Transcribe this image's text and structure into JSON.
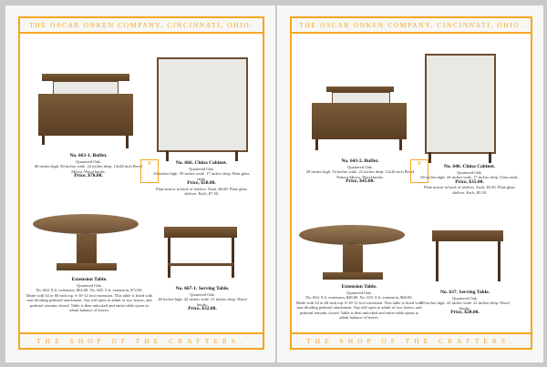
{
  "header": "THE OSCAR ONKEN COMPANY, CINCINNATI, OHIO.",
  "footer": "THE SHOP OF THE CRAFTERS.",
  "left": {
    "items": [
      {
        "title": "No. 663-1.  Buffet.",
        "sub": "Quartered Oak.",
        "desc": "60 inches high.  60 inches wide.  24 inches deep. 14x48 inch Bevel Mirror.  Wood knobs.",
        "price": "Price, $70.00."
      },
      {
        "title": "No. 666.  China Cabinet.",
        "sub": "Quartered Oak.",
        "desc": "64 inches high.  50 inches wide.  17 inches deep. Bent glass ends.",
        "price": "Price, $50.00.",
        "extra": "Plate mirror in back of shelves.  Each, $6.00. Plate glass shelves.  Each, $7.50."
      },
      {
        "title": "Extension Table.",
        "sub": "Quartered Oak.",
        "desc": "Made with 54 or 60 inch top.  6-10-12 foot extension. This table is fitted with non-dividing pedestal attachment. Top will open to admit of two leaves, and pedestal remains closed. Table is then unlocked and entire table opens to admit balance of leaves.",
        "price": "No. 664. 8 ft. extension, $64.00.  No. 665. 8 ft. extension, $72.00."
      },
      {
        "title": "No. 667-1.  Serving Table.",
        "sub": "Quartered Oak.",
        "desc": "40 inches high.  42 inches wide.  21 inches deep. Wood knobs.",
        "price": "Price, $32.00."
      }
    ]
  },
  "right": {
    "items": [
      {
        "title": "No. 643-2.  Buffet.",
        "sub": "Quartered Oak.",
        "desc": "28 inches high.  54 inches wide.  22 inches deep. 12x46 inch Bevel Pattern Mirror. Wood knobs.",
        "price": "Price, $45.00."
      },
      {
        "title": "No. 646.  China Cabinet.",
        "sub": "Quartered Oak.",
        "desc": "60 inches high.  44 inches wide.  17 inches deep. Glass ends.",
        "price": "Price, $35.00.",
        "extra": "Plate mirror in back of shelves.  Each, $5.00. Plate glass shelves.  Each, $5.50."
      },
      {
        "title": "Extension Table.",
        "sub": "Quartered Oak.",
        "desc": "Made with 54 or 60 inch top.  6-10-12 foot extension. This table is fitted with non-dividing pedestal attachment. Top will open to admit of two leaves, and pedestal remains closed. Table is then unlocked and entire table opens to admit balance of leaves.",
        "price": "No. 654. 8 ft. extension, $48.00.  No. 655. 8 ft. extension, $60.00."
      },
      {
        "title": "No. 637.  Serving Table.",
        "sub": "Quartered Oak.",
        "desc": "40 inches high.  42 inches wide.  22 inches deep. Wood knobs.",
        "price": "Price, $20.00."
      }
    ]
  },
  "colors": {
    "border": "#f5a623",
    "wood": "#6b4e30"
  }
}
